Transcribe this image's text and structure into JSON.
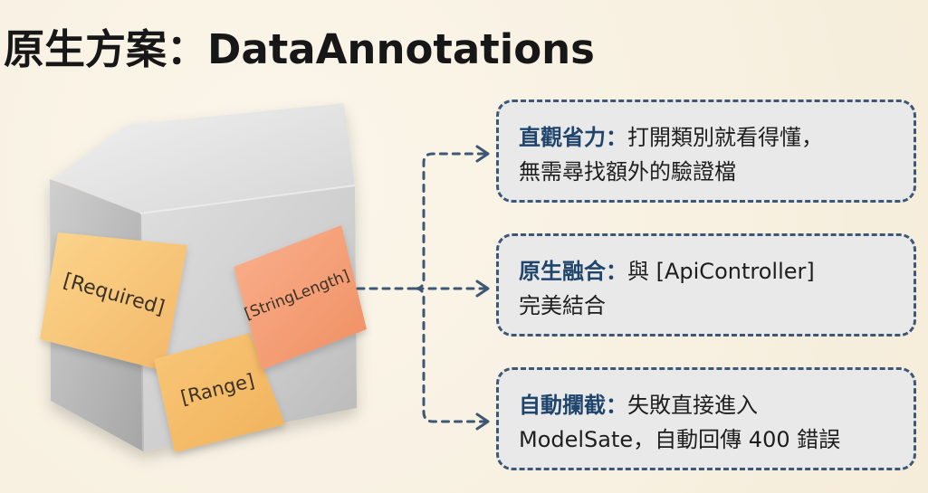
{
  "header": {
    "title": "原生方案：DataAnnotations"
  },
  "stickies": {
    "required": "[Required]",
    "range": "[Range]",
    "stringlength": "[StringLength]"
  },
  "cards": [
    {
      "label": "直觀省力",
      "colon": "：",
      "line1": "打開類別就看得懂，",
      "line2": "無需尋找額外的驗證檔"
    },
    {
      "label": "原生融合",
      "colon": "：",
      "line1": "與 [ApiController]",
      "line2": "完美結合"
    },
    {
      "label": "自動攔截",
      "colon": "：",
      "line1": "失敗直接進入",
      "line2": "ModelSate，自動回傳 400 錯誤"
    }
  ],
  "colors": {
    "background": "#f8f1e2",
    "card_fill": "#e9e9e9",
    "card_border": "#3d5774",
    "label": "#20456d",
    "sticky_yellow": "#f6c97d",
    "sticky_orange": "#f39d6d",
    "cube_light": "#d7d7d7"
  },
  "icons": {
    "connector": "dashed-branch-arrows"
  }
}
